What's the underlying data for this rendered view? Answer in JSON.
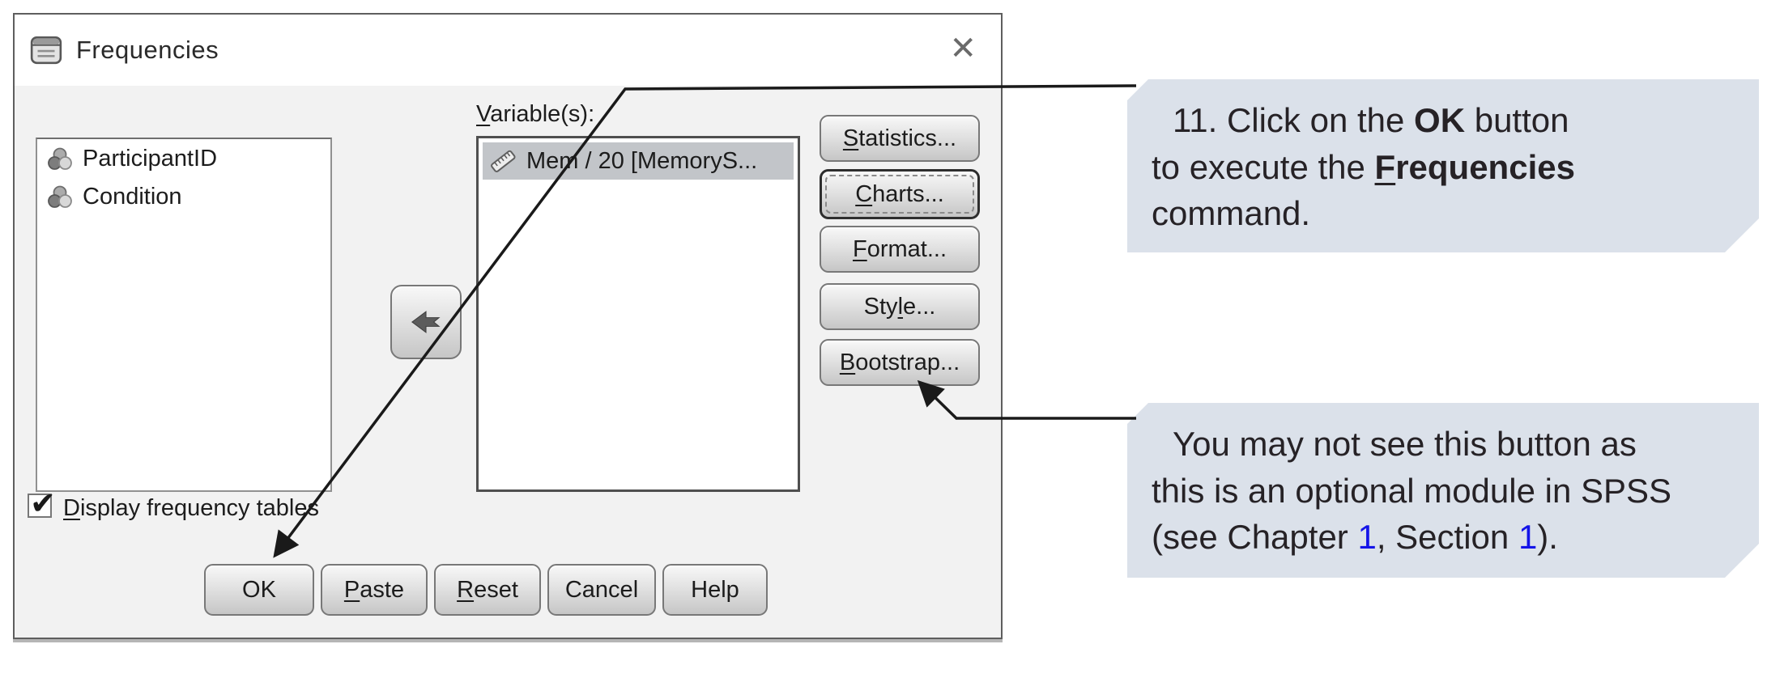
{
  "dialog": {
    "title": "Frequencies",
    "close_glyph": "✕",
    "source_list": {
      "items": [
        {
          "name": "ParticipantID",
          "measure": "nominal"
        },
        {
          "name": "Condition",
          "measure": "nominal"
        }
      ]
    },
    "target_label": {
      "accel": "V",
      "rest": "ariable(s):"
    },
    "target_list": {
      "items": [
        {
          "name": "Mem / 20 [MemoryS...",
          "measure": "scale",
          "selected": true
        }
      ]
    },
    "side_buttons": [
      {
        "pre": "",
        "accel": "S",
        "post": "tatistics...",
        "focused": false
      },
      {
        "pre": "",
        "accel": "C",
        "post": "harts...",
        "focused": true
      },
      {
        "pre": "",
        "accel": "F",
        "post": "ormat...",
        "focused": false
      },
      {
        "pre": "Sty",
        "accel": "l",
        "post": "e...",
        "focused": false
      },
      {
        "pre": "",
        "accel": "B",
        "post": "ootstrap...",
        "focused": false
      }
    ],
    "display_checkbox": {
      "checked": true,
      "check_glyph": "✔",
      "accel": "D",
      "rest": "isplay frequency tables"
    },
    "bottom_buttons": [
      {
        "pre": "OK",
        "accel": "",
        "post": ""
      },
      {
        "pre": "",
        "accel": "P",
        "post": "aste"
      },
      {
        "pre": "",
        "accel": "R",
        "post": "eset"
      },
      {
        "pre": "Cancel",
        "accel": "",
        "post": ""
      },
      {
        "pre": "Help",
        "accel": "",
        "post": ""
      }
    ]
  },
  "callouts": {
    "step11": {
      "line1_pre": "11. Click on the ",
      "line1_bold": "OK",
      "line1_post": " button",
      "line2_pre": "to execute the ",
      "line2_bold_accel": "F",
      "line2_bold_rest": "requencies",
      "line3": "command."
    },
    "bootstrap_note": {
      "line1": "You may not see this button as",
      "line2": "this is an optional module in SPSS",
      "line3_pre": "(see Chapter ",
      "line3_link1": "1",
      "line3_mid": ", Section ",
      "line3_link2": "1",
      "line3_post": ")."
    }
  },
  "colors": {
    "callout_bg": "#dbe1ea",
    "link_blue": "#1414e8",
    "selection_bg": "#c2c5c9",
    "dialog_bg": "#f2f2f2",
    "arrow": "#1a1a1a"
  }
}
